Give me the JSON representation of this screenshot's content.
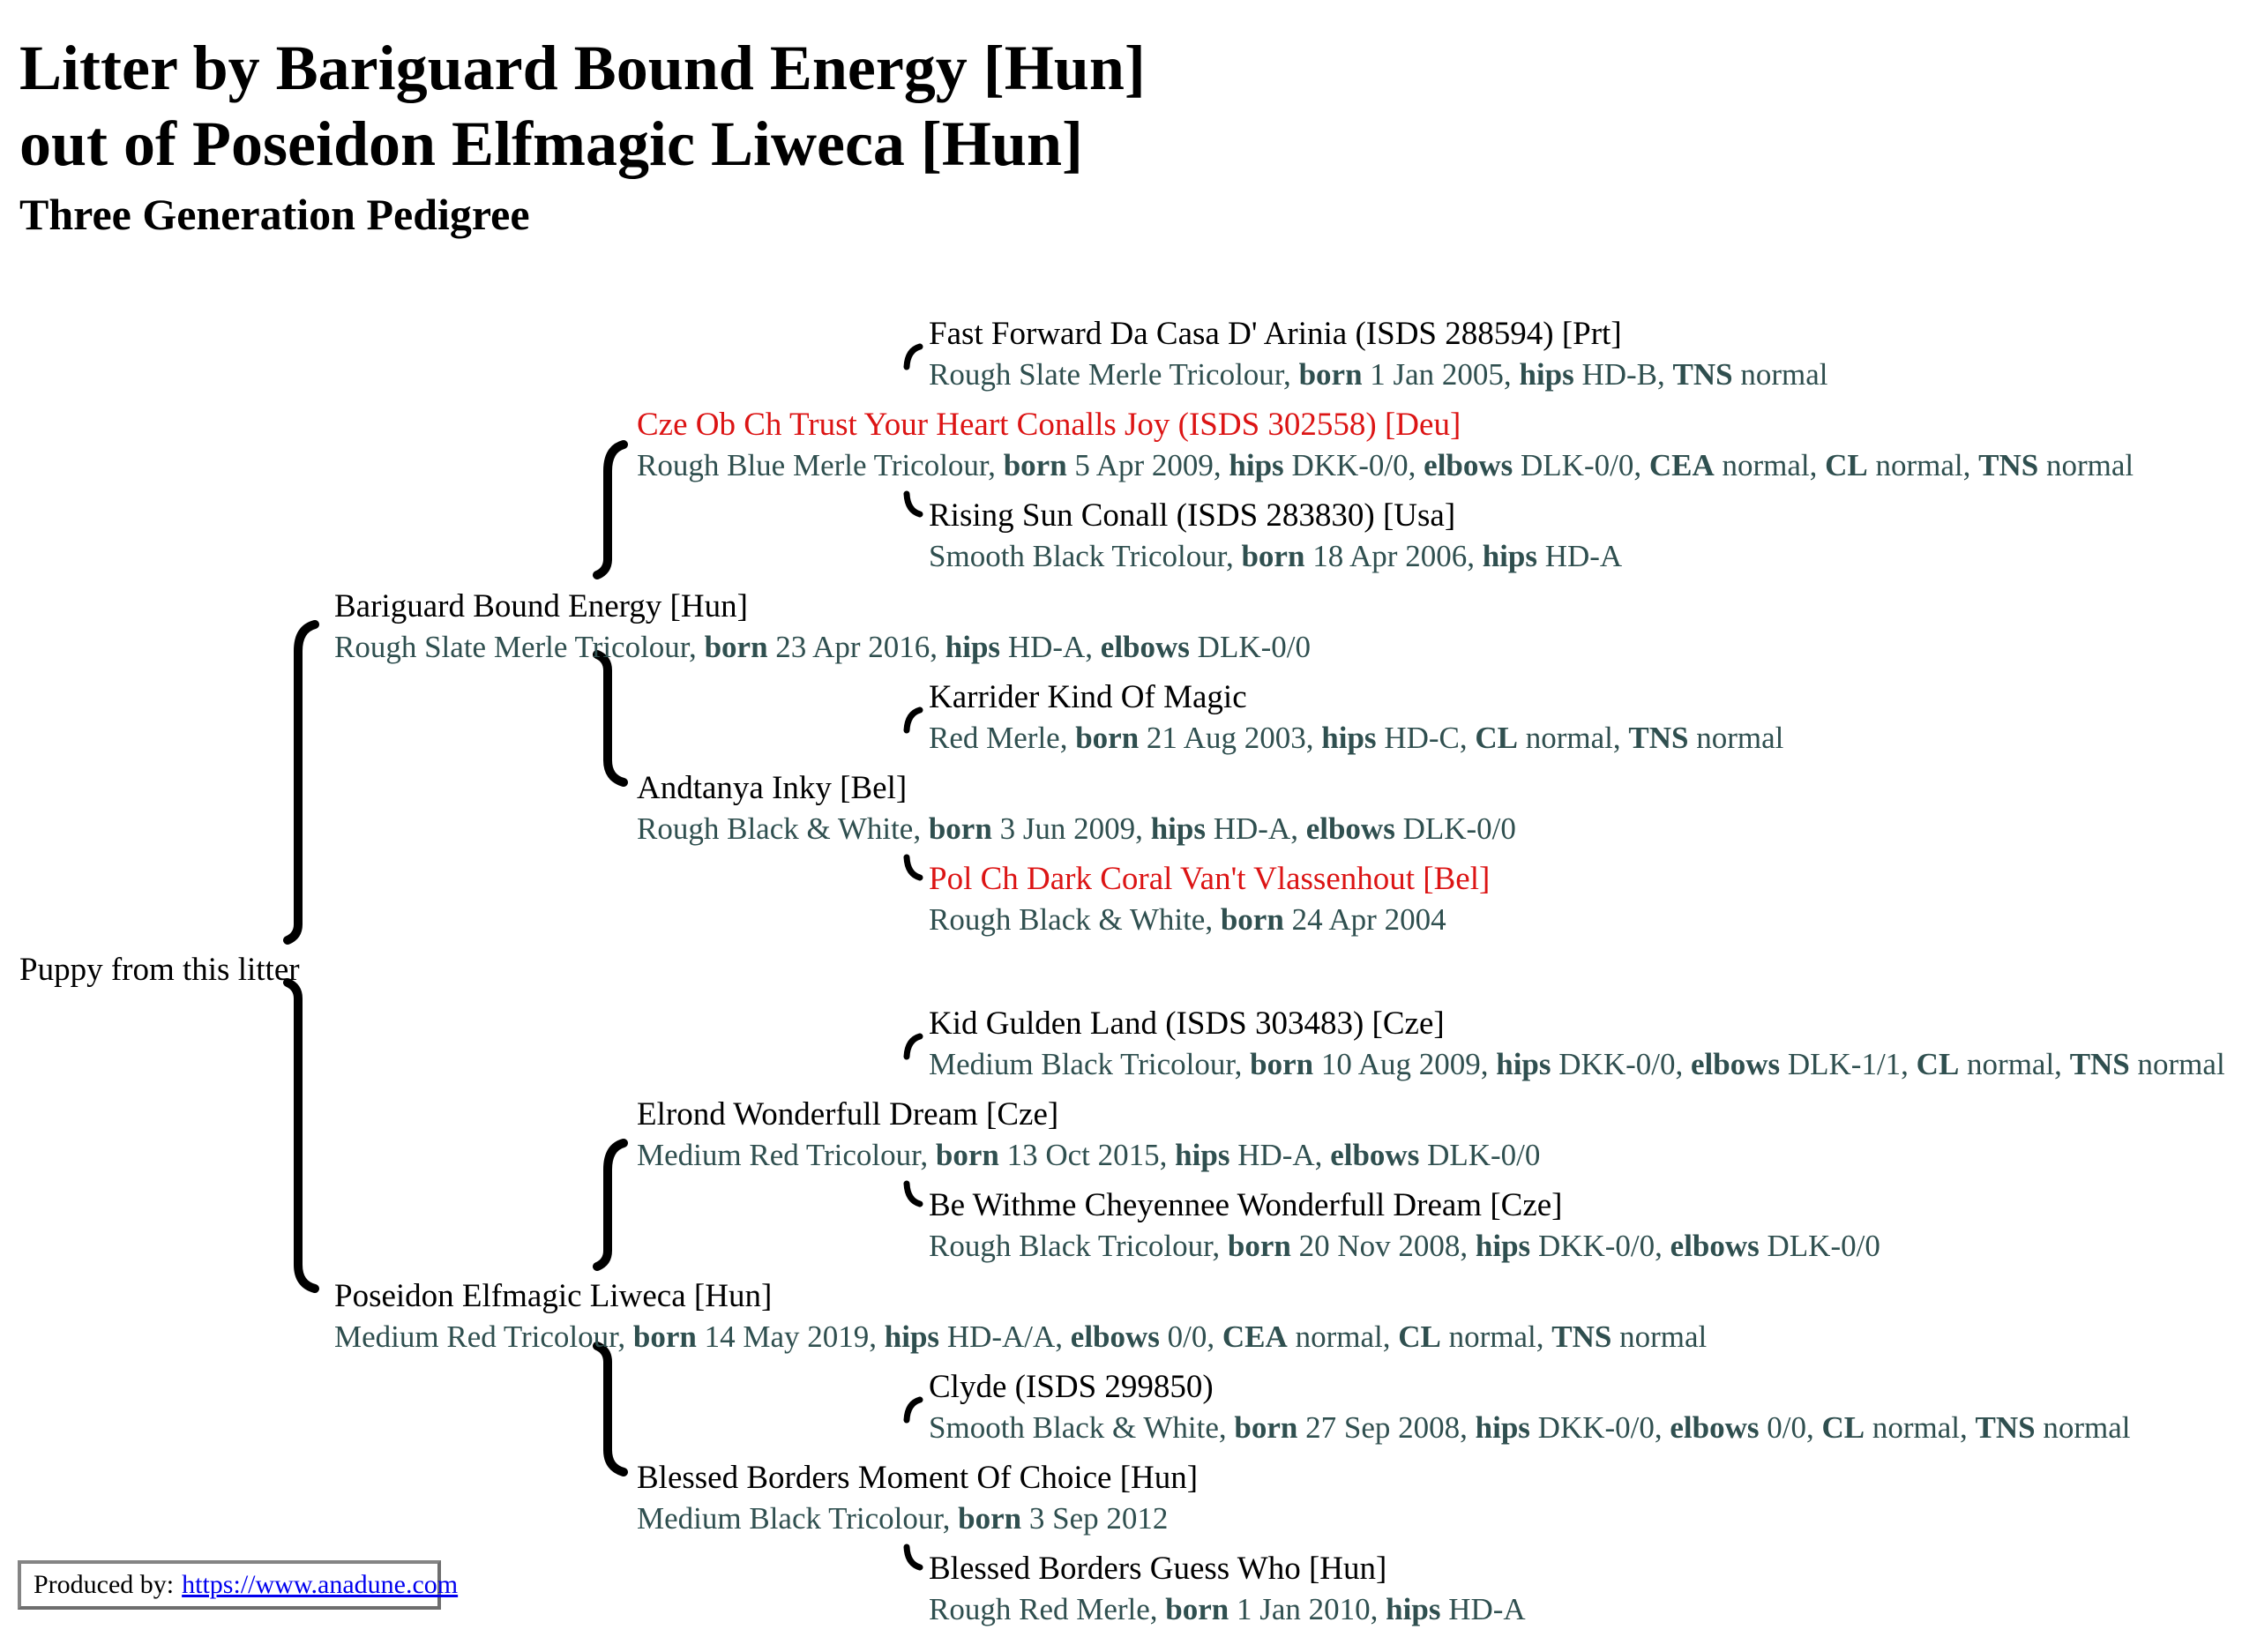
{
  "header": {
    "title_line1": "Litter by Bariguard Bound Energy [Hun]",
    "title_line2": "out of Poseidon Elfmagic Liweca [Hun]",
    "subtitle": "Three Generation Pedigree"
  },
  "colors": {
    "name_text": "#000000",
    "highlighted_name_text": "#DC1414",
    "detail_text": "#2F4F4F",
    "link_text": "#0000EE",
    "connector": "#000000",
    "footer_border": "#848484"
  },
  "root": {
    "label": "Puppy from this litter"
  },
  "pedigree": {
    "entries": [
      {
        "id": "fast-forward",
        "generation": 3,
        "name": "Fast Forward Da Casa D' Arinia (ISDS 288594) [Prt]",
        "highlighted": false,
        "detail": [
          {
            "t": "Rough Slate Merle Tricolour, "
          },
          {
            "t": "born",
            "b": true
          },
          {
            "t": " 1 Jan 2005, "
          },
          {
            "t": "hips",
            "b": true
          },
          {
            "t": " HD-B, "
          },
          {
            "t": "TNS",
            "b": true
          },
          {
            "t": " normal"
          }
        ]
      },
      {
        "id": "trust-your-heart",
        "generation": 2,
        "name": "Cze Ob Ch Trust Your Heart Conalls Joy (ISDS 302558) [Deu]",
        "highlighted": true,
        "detail": [
          {
            "t": "Rough Blue Merle Tricolour, "
          },
          {
            "t": "born",
            "b": true
          },
          {
            "t": " 5 Apr 2009, "
          },
          {
            "t": "hips",
            "b": true
          },
          {
            "t": " DKK-0/0, "
          },
          {
            "t": "elbows",
            "b": true
          },
          {
            "t": " DLK-0/0, "
          },
          {
            "t": "CEA",
            "b": true
          },
          {
            "t": " normal, "
          },
          {
            "t": "CL",
            "b": true
          },
          {
            "t": " normal, "
          },
          {
            "t": "TNS",
            "b": true
          },
          {
            "t": " normal"
          }
        ]
      },
      {
        "id": "rising-sun",
        "generation": 3,
        "name": "Rising Sun Conall (ISDS 283830) [Usa]",
        "highlighted": false,
        "detail": [
          {
            "t": "Smooth Black Tricolour, "
          },
          {
            "t": "born",
            "b": true
          },
          {
            "t": " 18 Apr 2006, "
          },
          {
            "t": "hips",
            "b": true
          },
          {
            "t": " HD-A"
          }
        ]
      },
      {
        "id": "bariguard",
        "generation": 1,
        "name": "Bariguard Bound Energy [Hun]",
        "highlighted": false,
        "detail": [
          {
            "t": "Rough Slate Merle Tricolour, "
          },
          {
            "t": "born",
            "b": true
          },
          {
            "t": " 23 Apr 2016, "
          },
          {
            "t": "hips",
            "b": true
          },
          {
            "t": " HD-A, "
          },
          {
            "t": "elbows",
            "b": true
          },
          {
            "t": " DLK-0/0"
          }
        ]
      },
      {
        "id": "karrider",
        "generation": 3,
        "name": "Karrider Kind Of Magic",
        "highlighted": false,
        "detail": [
          {
            "t": "Red Merle, "
          },
          {
            "t": "born",
            "b": true
          },
          {
            "t": " 21 Aug 2003, "
          },
          {
            "t": "hips",
            "b": true
          },
          {
            "t": " HD-C, "
          },
          {
            "t": "CL",
            "b": true
          },
          {
            "t": " normal, "
          },
          {
            "t": "TNS",
            "b": true
          },
          {
            "t": " normal"
          }
        ]
      },
      {
        "id": "andtanya",
        "generation": 2,
        "name": "Andtanya Inky [Bel]",
        "highlighted": false,
        "detail": [
          {
            "t": "Rough Black & White, "
          },
          {
            "t": "born",
            "b": true
          },
          {
            "t": " 3 Jun 2009, "
          },
          {
            "t": "hips",
            "b": true
          },
          {
            "t": " HD-A, "
          },
          {
            "t": "elbows",
            "b": true
          },
          {
            "t": " DLK-0/0"
          }
        ]
      },
      {
        "id": "dark-coral",
        "generation": 3,
        "name": "Pol Ch Dark Coral Van't Vlassenhout [Bel]",
        "highlighted": true,
        "detail": [
          {
            "t": "Rough Black & White, "
          },
          {
            "t": "born",
            "b": true
          },
          {
            "t": " 24 Apr 2004"
          }
        ]
      },
      {
        "id": "kid-gulden-land",
        "generation": 3,
        "name": "Kid Gulden Land (ISDS 303483) [Cze]",
        "highlighted": false,
        "detail": [
          {
            "t": "Medium Black Tricolour, "
          },
          {
            "t": "born",
            "b": true
          },
          {
            "t": " 10 Aug 2009, "
          },
          {
            "t": "hips",
            "b": true
          },
          {
            "t": " DKK-0/0, "
          },
          {
            "t": "elbows",
            "b": true
          },
          {
            "t": " DLK-1/1, "
          },
          {
            "t": "CL",
            "b": true
          },
          {
            "t": " normal, "
          },
          {
            "t": "TNS",
            "b": true
          },
          {
            "t": " normal"
          }
        ]
      },
      {
        "id": "elrond",
        "generation": 2,
        "name": "Elrond Wonderfull Dream [Cze]",
        "highlighted": false,
        "detail": [
          {
            "t": "Medium Red Tricolour, "
          },
          {
            "t": "born",
            "b": true
          },
          {
            "t": " 13 Oct 2015, "
          },
          {
            "t": "hips",
            "b": true
          },
          {
            "t": " HD-A, "
          },
          {
            "t": "elbows",
            "b": true
          },
          {
            "t": " DLK-0/0"
          }
        ]
      },
      {
        "id": "be-withme",
        "generation": 3,
        "name": "Be Withme Cheyennee Wonderfull Dream [Cze]",
        "highlighted": false,
        "detail": [
          {
            "t": "Rough Black Tricolour, "
          },
          {
            "t": "born",
            "b": true
          },
          {
            "t": " 20 Nov 2008, "
          },
          {
            "t": "hips",
            "b": true
          },
          {
            "t": " DKK-0/0, "
          },
          {
            "t": "elbows",
            "b": true
          },
          {
            "t": " DLK-0/0"
          }
        ]
      },
      {
        "id": "poseidon",
        "generation": 1,
        "name": "Poseidon Elfmagic Liweca [Hun]",
        "highlighted": false,
        "detail": [
          {
            "t": "Medium Red Tricolour, "
          },
          {
            "t": "born",
            "b": true
          },
          {
            "t": " 14 May 2019, "
          },
          {
            "t": "hips",
            "b": true
          },
          {
            "t": " HD-A/A, "
          },
          {
            "t": "elbows",
            "b": true
          },
          {
            "t": " 0/0, "
          },
          {
            "t": "CEA",
            "b": true
          },
          {
            "t": " normal, "
          },
          {
            "t": "CL",
            "b": true
          },
          {
            "t": " normal, "
          },
          {
            "t": "TNS",
            "b": true
          },
          {
            "t": " normal"
          }
        ]
      },
      {
        "id": "clyde",
        "generation": 3,
        "name": "Clyde (ISDS 299850)",
        "highlighted": false,
        "detail": [
          {
            "t": "Smooth Black & White, "
          },
          {
            "t": "born",
            "b": true
          },
          {
            "t": " 27 Sep 2008, "
          },
          {
            "t": "hips",
            "b": true
          },
          {
            "t": " DKK-0/0, "
          },
          {
            "t": "elbows",
            "b": true
          },
          {
            "t": " 0/0, "
          },
          {
            "t": "CL",
            "b": true
          },
          {
            "t": " normal, "
          },
          {
            "t": "TNS",
            "b": true
          },
          {
            "t": " normal"
          }
        ]
      },
      {
        "id": "moment-of-choice",
        "generation": 2,
        "name": "Blessed Borders Moment Of Choice [Hun]",
        "highlighted": false,
        "detail": [
          {
            "t": "Medium Black Tricolour, "
          },
          {
            "t": "born",
            "b": true
          },
          {
            "t": " 3 Sep 2012"
          }
        ]
      },
      {
        "id": "guess-who",
        "generation": 3,
        "name": "Blessed Borders Guess Who [Hun]",
        "highlighted": false,
        "detail": [
          {
            "t": "Rough Red Merle, "
          },
          {
            "t": "born",
            "b": true
          },
          {
            "t": " 1 Jan 2010, "
          },
          {
            "t": "hips",
            "b": true
          },
          {
            "t": " HD-A"
          }
        ]
      }
    ]
  },
  "footer": {
    "produced_by_label": "Produced by:",
    "link_text": "https://www.anadune.com"
  }
}
